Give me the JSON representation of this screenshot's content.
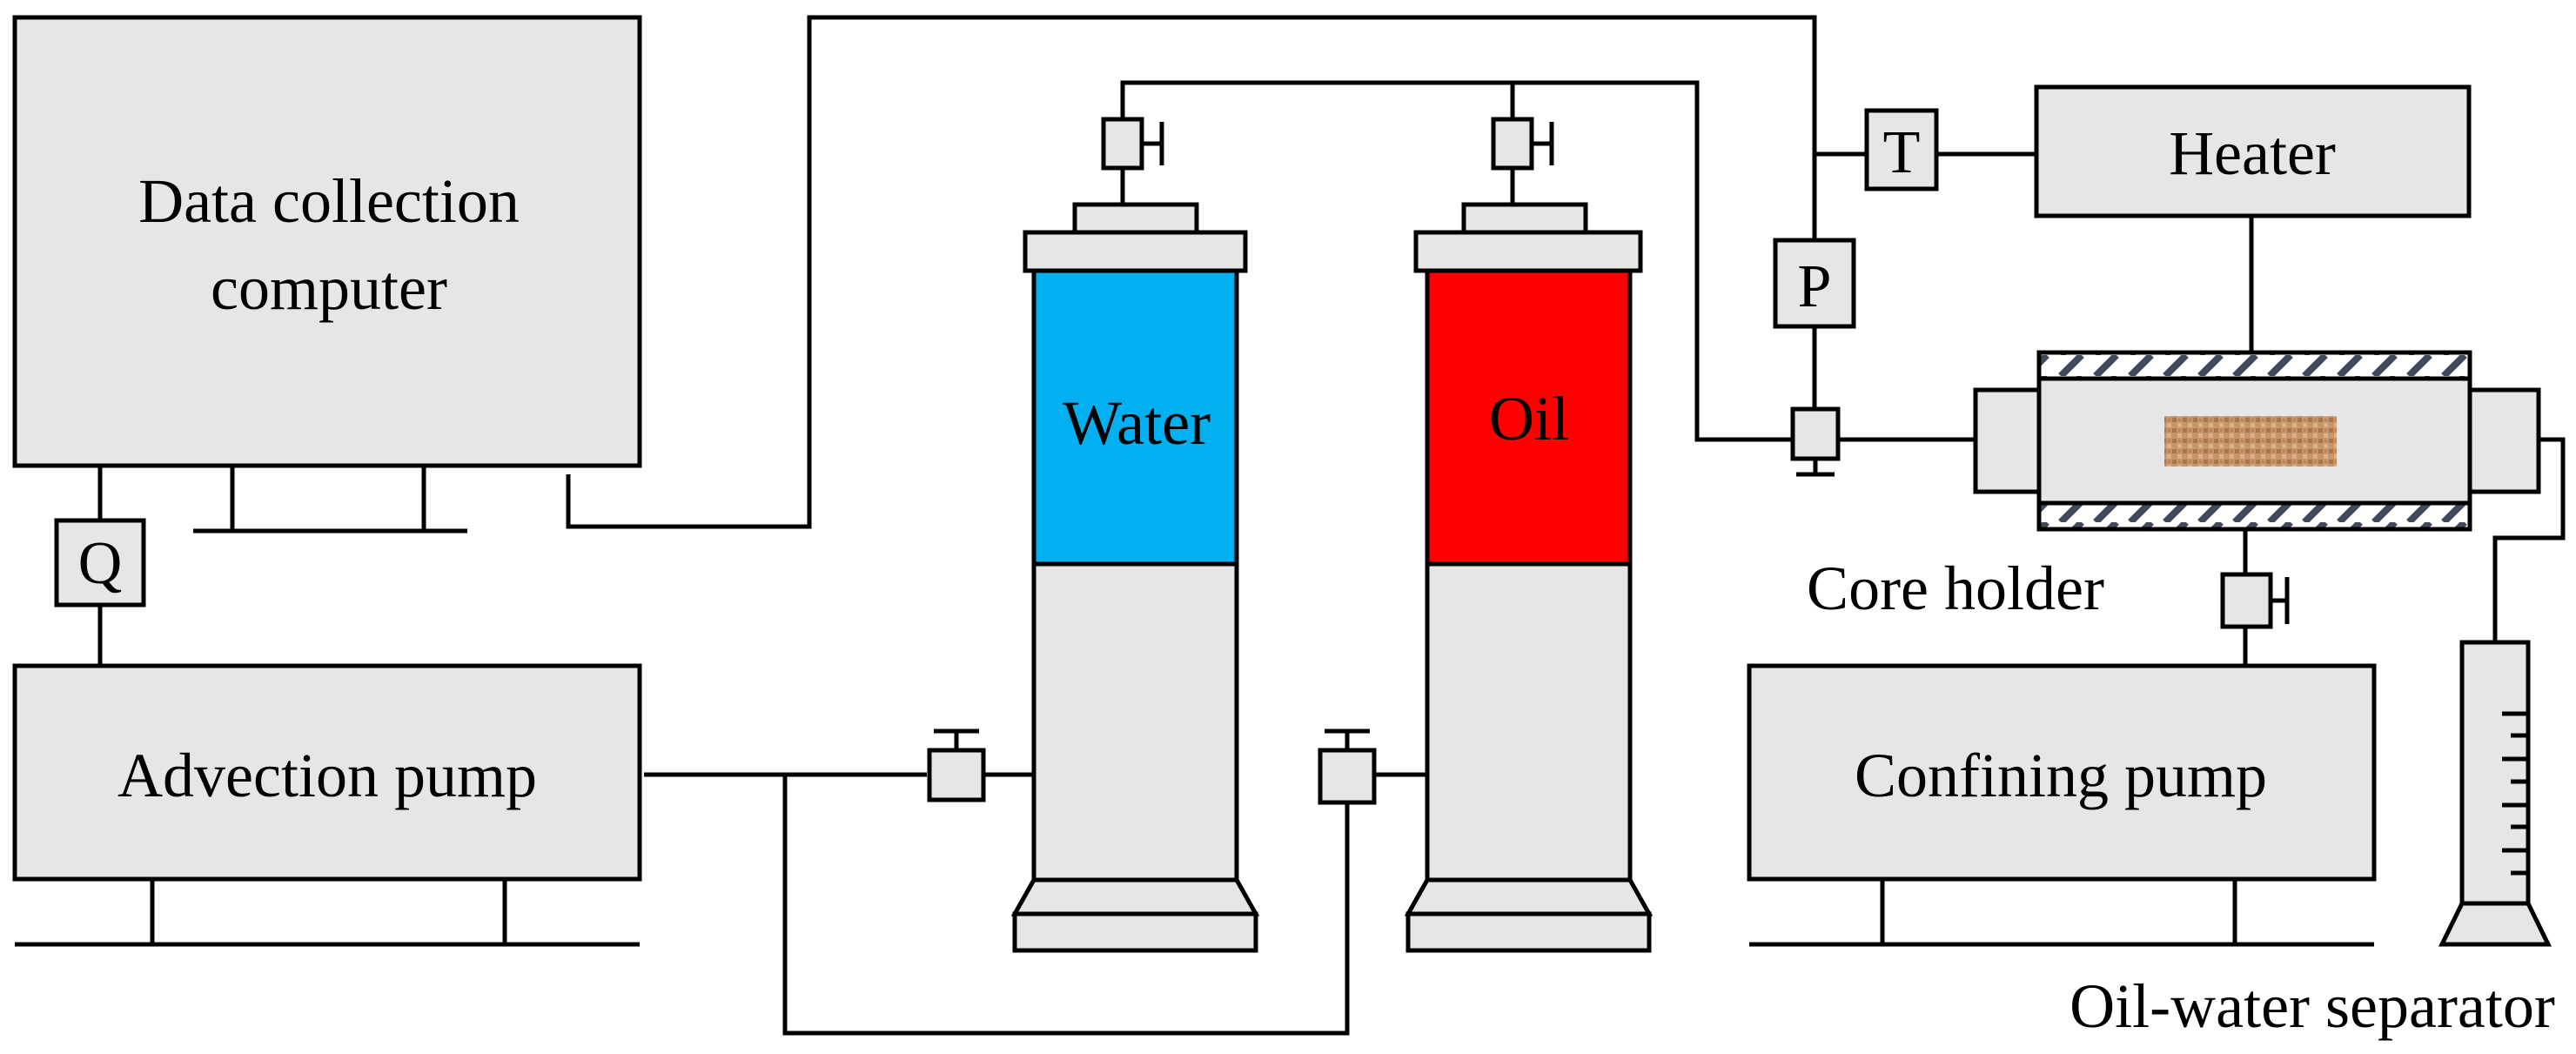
{
  "labels": {
    "computer_line1": "Data collection",
    "computer_line2": "computer",
    "flow_meter": "Q",
    "advection_pump": "Advection pump",
    "water": "Water",
    "oil": "Oil",
    "temperature": "T",
    "pressure": "P",
    "heater": "Heater",
    "core_holder": "Core holder",
    "confining_pump": "Confining pump",
    "separator": "Oil-water separator"
  },
  "colors": {
    "component_fill": "#e6e6e6",
    "water": "#00b0f0",
    "oil": "#ff0000",
    "core_sample": "#c8956a",
    "hatch": "#3d4a5c"
  }
}
